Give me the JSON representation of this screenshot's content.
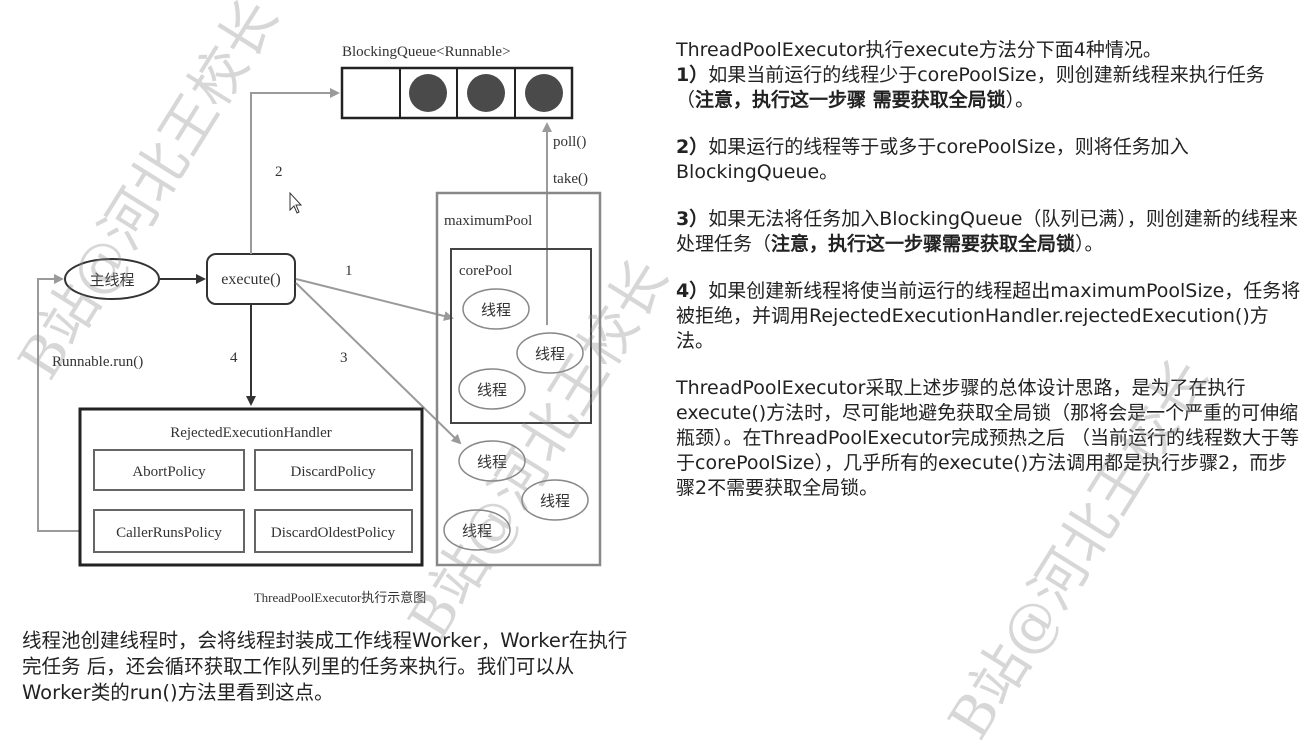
{
  "diagram": {
    "queue_label": "BlockingQueue<Runnable>",
    "poll_label": "poll()",
    "take_label": "take()",
    "main_thread": "主线程",
    "execute": "execute()",
    "step1": "1",
    "step2": "2",
    "step3": "3",
    "step4": "4",
    "runnable_run": "Runnable.run()",
    "maximum_pool": "maximumPool",
    "core_pool": "corePool",
    "thread": "线程",
    "handler_title": "RejectedExecutionHandler",
    "policies": [
      "AbortPolicy",
      "DiscardPolicy",
      "CallerRunsPolicy",
      "DiscardOldestPolicy"
    ],
    "caption": "ThreadPoolExecutor执行示意图"
  },
  "left_text": "线程池创建线程时，会将线程封装成工作线程Worker，Worker在执行完任务 后，还会循环获取工作队列里的任务来执行。我们可以从Worker类的run()方法里看到这点。",
  "right": {
    "title": "ThreadPoolExecutor执行execute方法分下面4种情况。",
    "p1_num": "1）",
    "p1_text": "如果当前运行的线程少于corePoolSize，则创建新线程来执行任务（",
    "p1_bold": "注意，执行这一步骤 需要获取全局锁",
    "p1_end": "）。",
    "p2_num": "2）",
    "p2_text": "如果运行的线程等于或多于corePoolSize，则将任务加入BlockingQueue。",
    "p3_num": "3）",
    "p3_text": "如果无法将任务加入BlockingQueue（队列已满），则创建新的线程来处理任务（",
    "p3_bold": "注意，执行这一步骤需要获取全局锁",
    "p3_end": "）。",
    "p4_num": "4）",
    "p4_text": "如果创建新线程将使当前运行的线程超出maximumPoolSize，任务将被拒绝，并调用RejectedExecutionHandler.rejectedExecution()方法。",
    "p5_text": " ThreadPoolExecutor采取上述步骤的总体设计思路，是为了在执行execute()方法时，尽可能地避免获取全局锁（那将会是一个严重的可伸缩瓶颈）。在ThreadPoolExecutor完成预热之后 （当前运行的线程数大于等于corePoolSize），几乎所有的execute()方法调用都是执行步骤2，而步骤2不需要获取全局锁。"
  },
  "watermark": "B站@河北王校长"
}
